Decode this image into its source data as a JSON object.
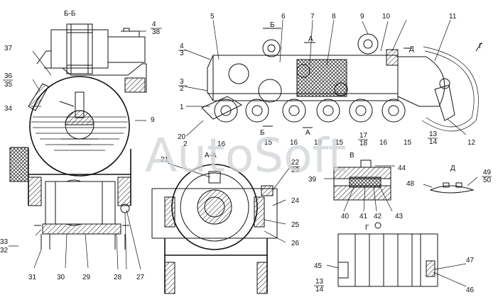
{
  "watermark": "AutoSoft",
  "views": {
    "bb": "Б-Б",
    "aa": "А-А",
    "v": "В",
    "g": "Г",
    "d": "Д"
  },
  "section_markers": [
    "Б",
    "Б",
    "А",
    "А",
    "Д",
    "Г"
  ],
  "callouts": [
    {
      "id": "c1",
      "text": "1"
    },
    {
      "id": "c2",
      "text": "2"
    },
    {
      "id": "c2b",
      "text": "2"
    },
    {
      "id": "c3",
      "text": "3"
    },
    {
      "id": "c3b",
      "text": "3"
    },
    {
      "id": "c4",
      "text": "4"
    },
    {
      "id": "c4b",
      "text": "4"
    },
    {
      "id": "c5",
      "text": "5"
    },
    {
      "id": "c6",
      "text": "6"
    },
    {
      "id": "c7",
      "text": "7"
    },
    {
      "id": "c8",
      "text": "8"
    },
    {
      "id": "c9",
      "text": "9"
    },
    {
      "id": "c9b",
      "text": "9"
    },
    {
      "id": "c10",
      "text": "10"
    },
    {
      "id": "c11",
      "text": "11"
    },
    {
      "id": "c12",
      "text": "12"
    },
    {
      "id": "c13",
      "text": "13"
    },
    {
      "id": "c13b",
      "text": "13"
    },
    {
      "id": "c14",
      "text": "14"
    },
    {
      "id": "c14b",
      "text": "14"
    },
    {
      "id": "c15",
      "text": "15"
    },
    {
      "id": "c15b",
      "text": "15"
    },
    {
      "id": "c15c",
      "text": "15"
    },
    {
      "id": "c16",
      "text": "16"
    },
    {
      "id": "c16b",
      "text": "16"
    },
    {
      "id": "c16c",
      "text": "16"
    },
    {
      "id": "c17",
      "text": "17"
    },
    {
      "id": "c18",
      "text": "18"
    },
    {
      "id": "c19",
      "text": "19"
    },
    {
      "id": "c20",
      "text": "20"
    },
    {
      "id": "c21",
      "text": "21"
    },
    {
      "id": "c22",
      "text": "22"
    },
    {
      "id": "c23",
      "text": "23"
    },
    {
      "id": "c24",
      "text": "24"
    },
    {
      "id": "c25",
      "text": "25"
    },
    {
      "id": "c26",
      "text": "26"
    },
    {
      "id": "c27",
      "text": "27"
    },
    {
      "id": "c28",
      "text": "28"
    },
    {
      "id": "c29",
      "text": "29"
    },
    {
      "id": "c30",
      "text": "30"
    },
    {
      "id": "c31",
      "text": "31"
    },
    {
      "id": "c32",
      "text": "32"
    },
    {
      "id": "c33",
      "text": "33"
    },
    {
      "id": "c34",
      "text": "34"
    },
    {
      "id": "c35",
      "text": "35"
    },
    {
      "id": "c36",
      "text": "36"
    },
    {
      "id": "c37",
      "text": "37"
    },
    {
      "id": "c38",
      "text": "38"
    },
    {
      "id": "c39",
      "text": "39"
    },
    {
      "id": "c40",
      "text": "40"
    },
    {
      "id": "c41",
      "text": "41"
    },
    {
      "id": "c42",
      "text": "42"
    },
    {
      "id": "c43",
      "text": "43"
    },
    {
      "id": "c44",
      "text": "44"
    },
    {
      "id": "c45",
      "text": "45"
    },
    {
      "id": "c46",
      "text": "46"
    },
    {
      "id": "c47",
      "text": "47"
    },
    {
      "id": "c48",
      "text": "48"
    },
    {
      "id": "c49",
      "text": "49"
    },
    {
      "id": "c50",
      "text": "50"
    }
  ]
}
